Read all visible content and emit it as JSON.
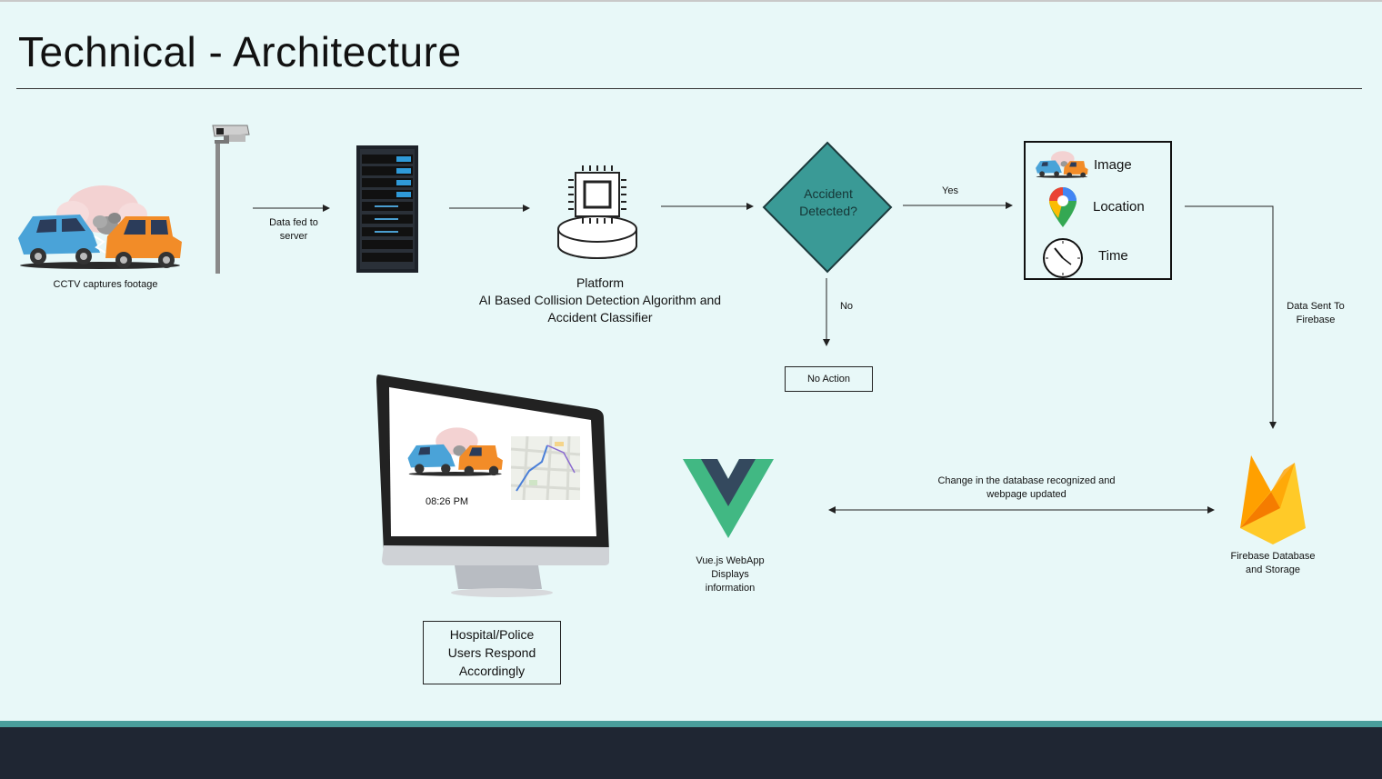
{
  "title": "Technical - Architecture",
  "nodes": {
    "cctv": "CCTV captures footage",
    "data_fed": "Data fed to\nserver",
    "platform_title": "Platform",
    "platform_desc": "AI Based Collision Detection Algorithm and Accident Classifier",
    "decision": "Accident\nDetected?",
    "yes": "Yes",
    "no": "No",
    "no_action": "No Action",
    "data_sent": "Data Sent To\nFirebase",
    "firebase": "Firebase Database\nand Storage",
    "change": "Change in the database recognized and\nwebpage updated",
    "vue": "Vue.js WebApp\nDisplays\ninformation",
    "respond": "Hospital/Police\nUsers Respond\nAccordingly"
  },
  "panel": {
    "image": "Image",
    "location": "Location",
    "time": "Time"
  },
  "monitor": {
    "time": "08:26 PM"
  },
  "colors": {
    "decision_fill": "#3a9a96",
    "vue_green": "#41b883",
    "vue_dark": "#34495e",
    "firebase_yellow": "#ffca28",
    "firebase_orange": "#f57c00",
    "bottom_teal": "#4a9e9c",
    "bottom_dark": "#1f2633",
    "background": "#e8f8f8"
  }
}
